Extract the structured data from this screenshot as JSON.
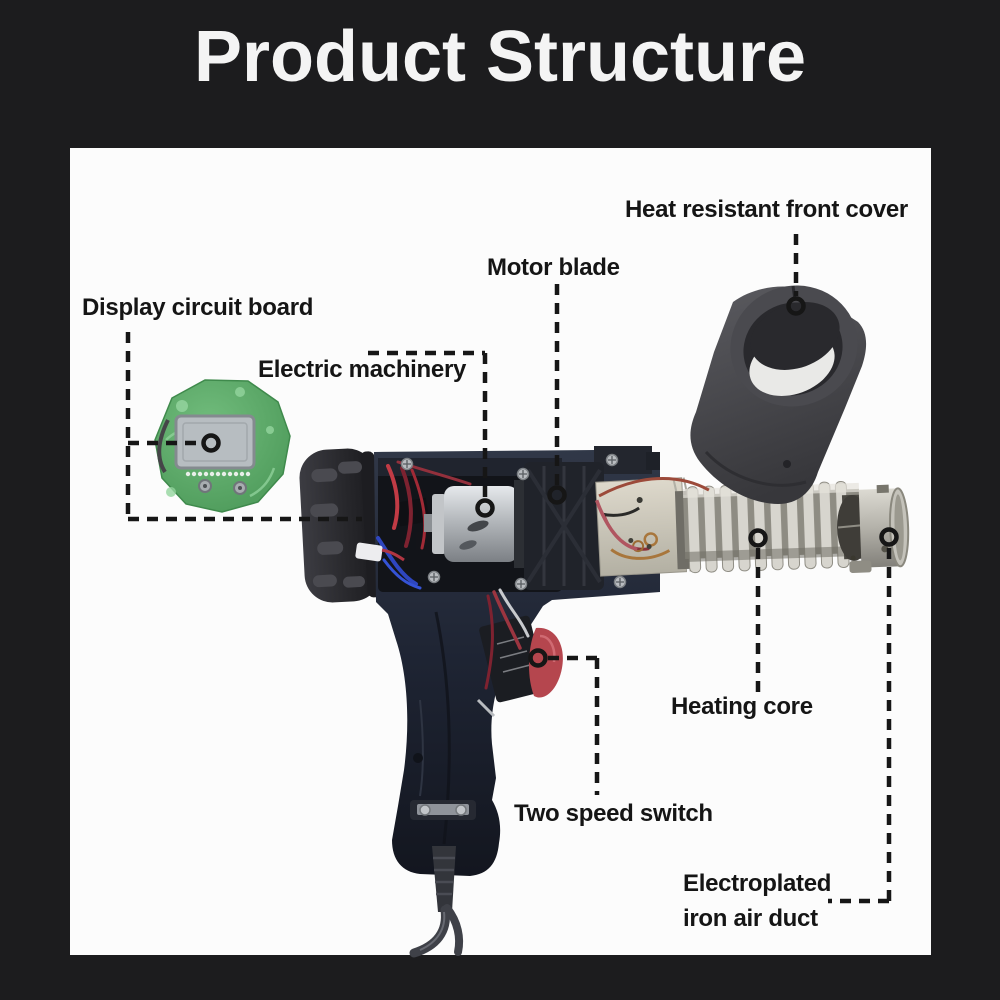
{
  "title": "Product Structure",
  "labels": {
    "front_cover": "Heat resistant front cover",
    "motor_blade": "Motor blade",
    "display_circuit_board": "Display circuit board",
    "electric_machinery": "Electric machinery",
    "heating_core": "Heating core",
    "two_speed_switch": "Two speed switch",
    "electroplated_air_duct_line1": "Electroplated",
    "electroplated_air_duct_line2": "iron air duct"
  },
  "colors": {
    "background": "#1c1c1e",
    "panel": "#fcfcfc",
    "title_text": "#f4f4f4",
    "label_text": "#151515",
    "callout_line": "#161616",
    "pcb_green": "#55a360",
    "lcd_gray": "#b7bdc1",
    "gun_body_navy": "#1c2230",
    "trigger_red": "#b5464e",
    "metal_silver": "#c6c9cc",
    "heating_core_silver": "#d7d5ce",
    "front_cover_gray": "#4a4a4f"
  }
}
